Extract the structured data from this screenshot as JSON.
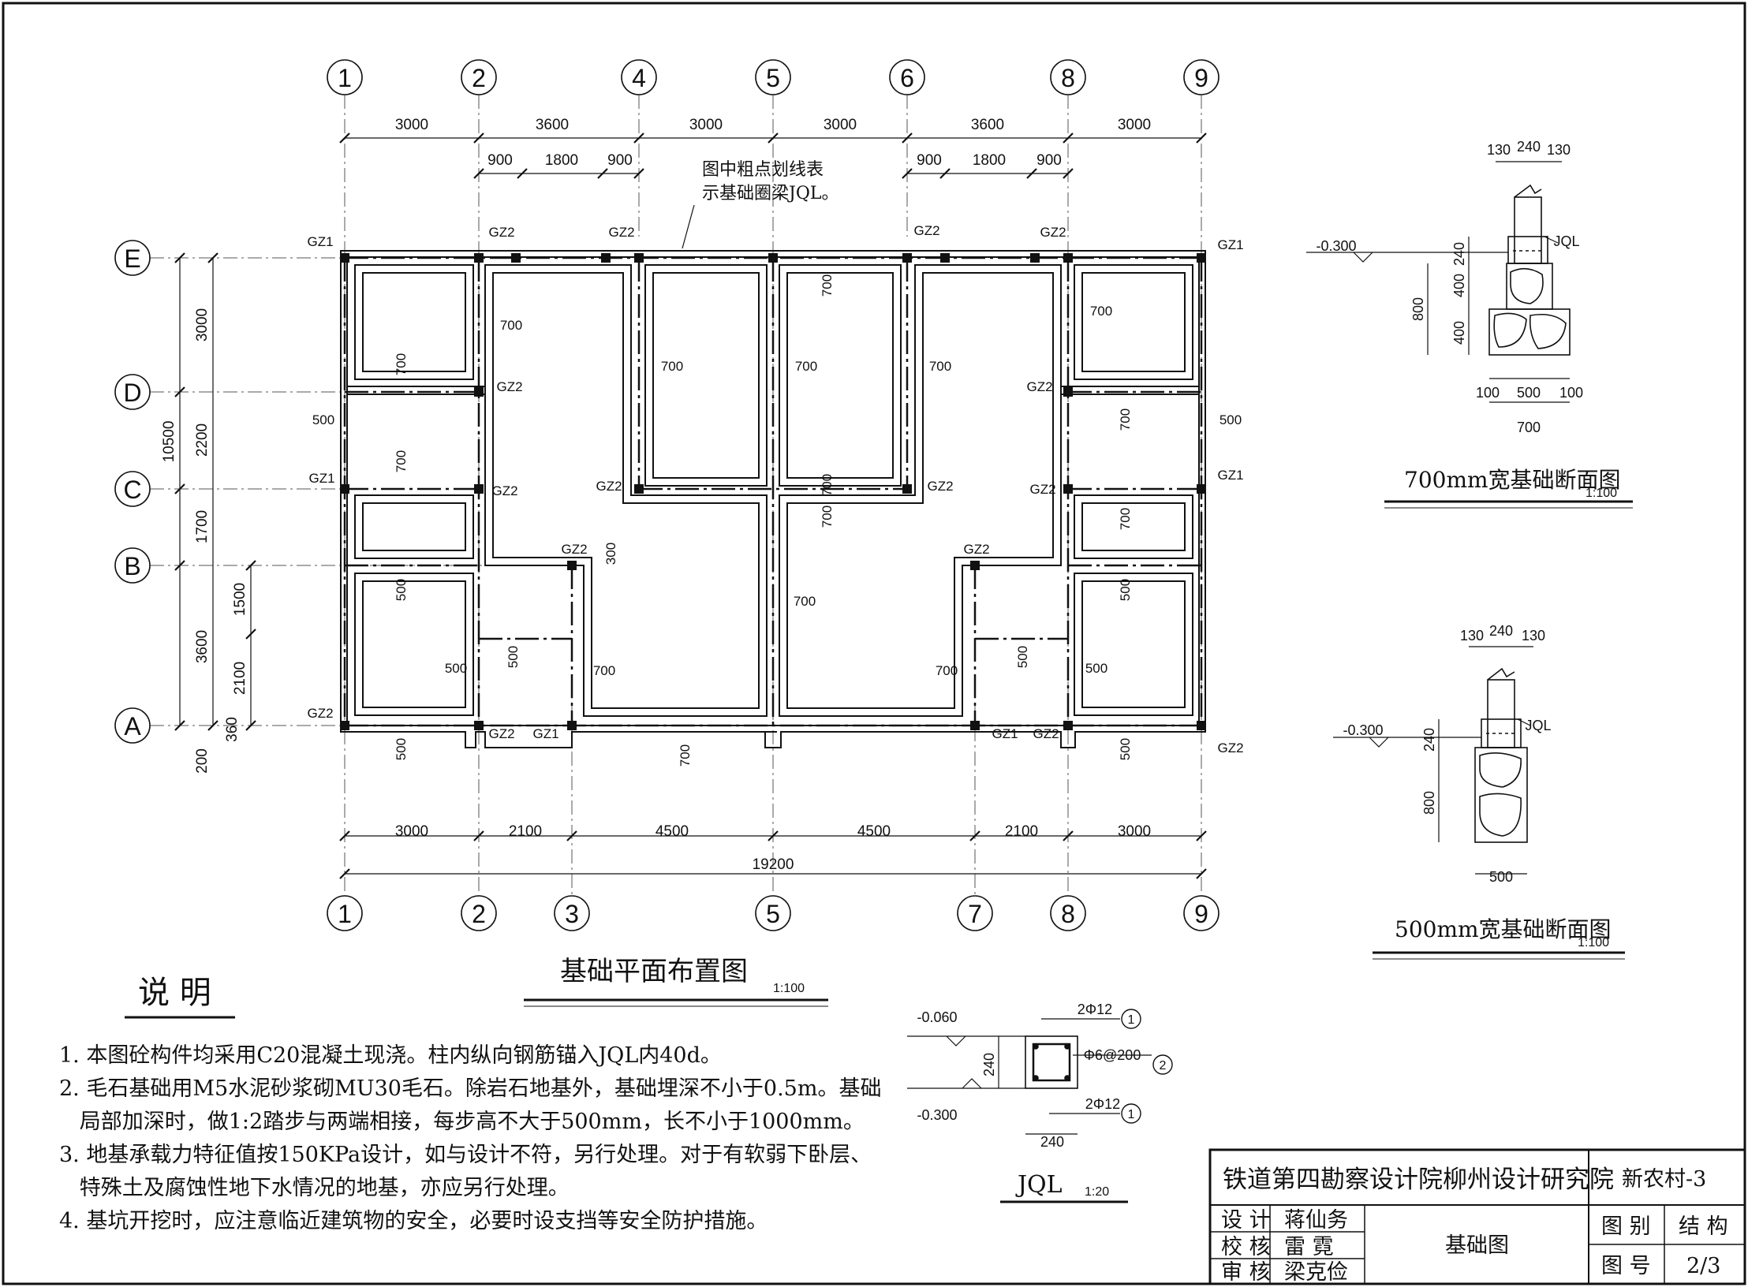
{
  "axes": {
    "top": [
      "1",
      "2",
      "4",
      "5",
      "6",
      "8",
      "9"
    ],
    "bottom": [
      "1",
      "2",
      "3",
      "5",
      "7",
      "8",
      "9"
    ],
    "left": [
      "E",
      "D",
      "C",
      "B",
      "A"
    ]
  },
  "dims": {
    "top_main": [
      "3000",
      "3600",
      "3000",
      "3000",
      "3600",
      "3000"
    ],
    "top_sub_left": [
      "900",
      "1800",
      "900"
    ],
    "top_sub_right": [
      "900",
      "1800",
      "900"
    ],
    "bottom_main": [
      "3000",
      "2100",
      "4500",
      "4500",
      "2100",
      "3000"
    ],
    "total": "19200",
    "left_outer": [
      "3000",
      "2200",
      "1700",
      "3600"
    ],
    "left_total": "10500",
    "left_inner": [
      "1500",
      "2100"
    ],
    "left_small": [
      "360",
      "200"
    ]
  },
  "plan": {
    "title": "基础平面布置图",
    "scale": "1:100",
    "annotation": [
      "图中粗点划线表",
      "示基础圈梁JQL。"
    ],
    "labels": {
      "gz1": "GZ1",
      "gz2": "GZ2",
      "w700": "700",
      "w500": "500",
      "w300": "300"
    }
  },
  "section700": {
    "title": "700mm宽基础断面图",
    "scale": "1:100",
    "top_dims": [
      "130",
      "240",
      "130"
    ],
    "level": "-0.300",
    "beam_label": "JQL",
    "v_dims": [
      "240",
      "400",
      "400",
      "800"
    ],
    "bottom_dims": [
      "100",
      "500",
      "100"
    ],
    "width": "700"
  },
  "section500": {
    "title": "500mm宽基础断面图",
    "scale": "1:100",
    "top_dims": [
      "130",
      "240",
      "130"
    ],
    "level": "-0.300",
    "beam_label": "JQL",
    "v_dims": [
      "240",
      "800"
    ],
    "width": "500"
  },
  "jql": {
    "title": "JQL",
    "scale": "1:20",
    "level_top": "-0.060",
    "level_bottom": "-0.300",
    "height": "240",
    "width": "240",
    "rebar_top": "2Φ12",
    "stirrup": "Φ6@200",
    "rebar_bottom": "2Φ12",
    "marks": [
      "1",
      "2",
      "1"
    ]
  },
  "notes": {
    "heading": "说 明",
    "lines": [
      "1. 本图砼构件均采用C20混凝土现浇。柱内纵向钢筋锚入JQL内40d。",
      "2. 毛石基础用M5水泥砂浆砌MU30毛石。除岩石地基外，基础埋深不小于0.5m。基础",
      "   局部加深时，做1:2踏步与两端相接，每步高不大于500mm，长不小于1000mm。",
      "3. 地基承载力特征值按150KPa设计，如与设计不符，另行处理。对于有软弱下卧层、",
      "   特殊土及腐蚀性地下水情况的地基，亦应另行处理。",
      "4. 基坑开挖时，应注意临近建筑物的安全，必要时设支挡等安全防护措施。"
    ]
  },
  "titleblock": {
    "institute": "铁道第四勘察设计院柳州设计研究院",
    "project": "新农村-3",
    "design_label": "设 计",
    "design_name": "蒋仙务",
    "check_label": "校 核",
    "check_name": "雷 霓",
    "review_label": "审 核",
    "review_name": "梁克俭",
    "drawing_name": "基础图",
    "category_label": "图 别",
    "category_value": "结 构",
    "number_label": "图 号",
    "number_value": "2/3"
  }
}
